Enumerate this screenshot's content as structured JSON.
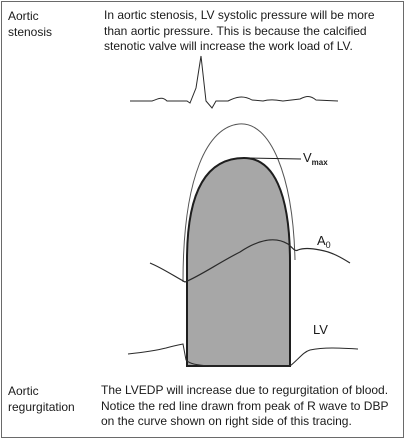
{
  "stenosis": {
    "label": "Aortic\nstenosis",
    "text": "In aortic stenosis, LV systolic pressure will be more than aortic pressure. This is because the calcified stenotic valve will increase the work load of LV."
  },
  "regurgitation": {
    "label": "Aortic\nregurgitation",
    "text": "The LVEDP will increase due to regurgitation of blood. Notice the red line drawn from peak of R wave to DBP on the curve shown on right side of this tracing."
  },
  "diagram": {
    "vmax_main": "V",
    "vmax_sub": "max",
    "ao_main": "A",
    "ao_sub": "0",
    "lv_label": "LV"
  },
  "colors": {
    "fill": "#a7a7a7",
    "stroke": "#1e1e1e",
    "outer": "#555555"
  }
}
